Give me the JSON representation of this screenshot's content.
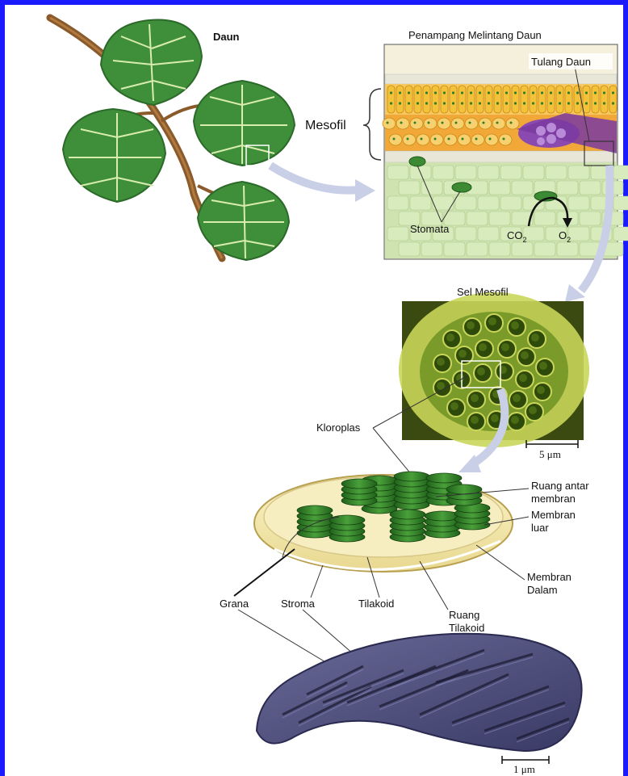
{
  "labels": {
    "daun": "Daun",
    "penampang": "Penampang Melintang Daun",
    "tulang_daun": "Tulang Daun",
    "mesofil": "Mesofil",
    "stomata": "Stomata",
    "co2_main": "CO",
    "co2_sub": "2",
    "o2_main": "O",
    "o2_sub": "2",
    "sel_mesofil": "Sel Mesofil",
    "kloroplas": "Kloroplas",
    "scale_5um": "5 μm",
    "ruang_antar_1": "Ruang antar",
    "ruang_antar_2": "membran",
    "membran_luar_1": "Membran",
    "membran_luar_2": "luar",
    "membran_dalam_1": "Membran",
    "membran_dalam_2": "Dalam",
    "grana": "Grana",
    "stroma": "Stroma",
    "tilakoid": "Tilakoid",
    "ruang_tilakoid_1": "Ruang",
    "ruang_tilakoid_2": "Tilakoid",
    "scale_1um": "1 μm"
  },
  "colors": {
    "frame": "#1a1aff",
    "leaf": "#3f8f3a",
    "leaf_dark": "#2c6a2a",
    "vein": "#d9ecb0",
    "stem": "#8a5a2b",
    "palisade": "#f0b020",
    "chloroplast": "#2f7f2a",
    "xsection_bg": "#f4f0dc",
    "micrograph": "#4b4b78",
    "arrow": "#c9cfe6"
  }
}
